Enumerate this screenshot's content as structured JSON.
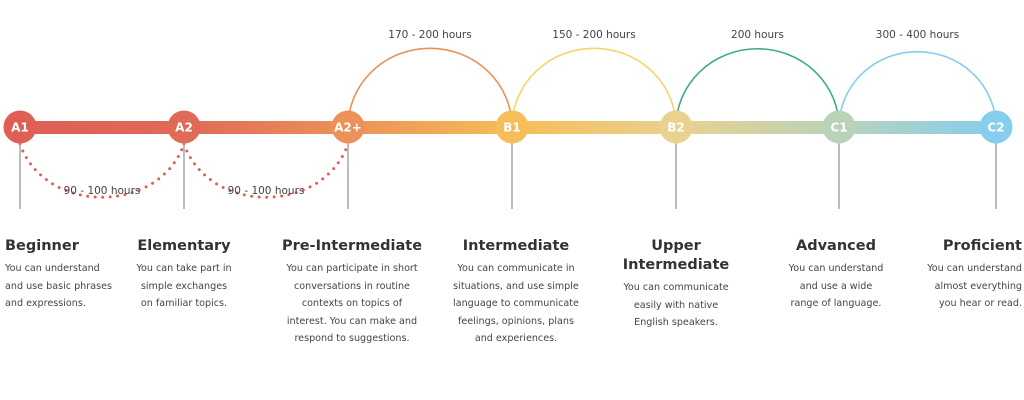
{
  "levels": [
    {
      "code": "A1",
      "color": "#DF5E55",
      "title": "Beginner",
      "desc": [
        "You can understand",
        "and use basic phrases",
        "and expressions."
      ]
    },
    {
      "code": "A2",
      "color": "#E06A58",
      "title": "Elementary",
      "desc": [
        "You can take part in",
        "simple exchanges",
        "on familiar topics."
      ]
    },
    {
      "code": "A2+",
      "color": "#EC9158",
      "title": "Pre-Intermediate",
      "desc": [
        "You can participate in short",
        "conversations in routine",
        "contexts on topics of",
        "interest. You can make and",
        "respond to suggestions."
      ]
    },
    {
      "code": "B1",
      "color": "#F6BD58",
      "title": "Intermediate",
      "desc": [
        "You can communicate in",
        "situations, and use simple",
        "language to communicate",
        "feelings, opinions, plans",
        "and experiences."
      ]
    },
    {
      "code": "B2",
      "color": "#E9D18F",
      "title": "Upper\nIntermediate",
      "desc": [
        "You can communicate",
        "easily with native",
        "English speakers."
      ]
    },
    {
      "code": "C1",
      "color": "#B9D3B9",
      "title": "Advanced",
      "desc": [
        "You can understand",
        "and use a wide",
        "range of language."
      ]
    },
    {
      "code": "C2",
      "color": "#86CDEE",
      "title": "Proficient",
      "desc": [
        "You can understand",
        "almost everything",
        "you hear or read."
      ]
    }
  ],
  "solid_arcs": [
    {
      "from": 2,
      "to": 3,
      "label": "170 - 200 hours",
      "color": "#EC9158"
    },
    {
      "from": 3,
      "to": 4,
      "label": "150 - 200 hours",
      "color": "#F8D468"
    },
    {
      "from": 4,
      "to": 5,
      "label": "200 hours",
      "color": "#3DAA8A"
    },
    {
      "from": 5,
      "to": 6,
      "label": "300 - 400 hours",
      "color": "#86CDEE"
    }
  ],
  "dotted_arcs": [
    {
      "from": 0,
      "to": 1,
      "label": "90 - 100 hours",
      "color": "#DF5E55"
    },
    {
      "from": 1,
      "to": 2,
      "label": "90 - 100 hours",
      "color": "#DF5E55"
    }
  ]
}
